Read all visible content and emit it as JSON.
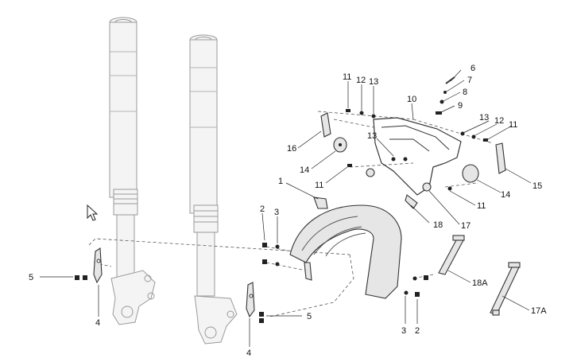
{
  "diagram": {
    "callouts": [
      {
        "id": "c1",
        "text": "1"
      },
      {
        "id": "c2a",
        "text": "2"
      },
      {
        "id": "c2b",
        "text": "2"
      },
      {
        "id": "c3a",
        "text": "3"
      },
      {
        "id": "c3b",
        "text": "3"
      },
      {
        "id": "c4a",
        "text": "4"
      },
      {
        "id": "c4b",
        "text": "4"
      },
      {
        "id": "c5a",
        "text": "5"
      },
      {
        "id": "c5b",
        "text": "5"
      },
      {
        "id": "c6",
        "text": "6"
      },
      {
        "id": "c7",
        "text": "7"
      },
      {
        "id": "c8",
        "text": "8"
      },
      {
        "id": "c9",
        "text": "9"
      },
      {
        "id": "c10",
        "text": "10"
      },
      {
        "id": "c11a",
        "text": "11"
      },
      {
        "id": "c11b",
        "text": "11"
      },
      {
        "id": "c11c",
        "text": "11"
      },
      {
        "id": "c11d",
        "text": "11"
      },
      {
        "id": "c12a",
        "text": "12"
      },
      {
        "id": "c12b",
        "text": "12"
      },
      {
        "id": "c13a",
        "text": "13"
      },
      {
        "id": "c13b",
        "text": "13"
      },
      {
        "id": "c13c",
        "text": "13"
      },
      {
        "id": "c14a",
        "text": "14"
      },
      {
        "id": "c14b",
        "text": "14"
      },
      {
        "id": "c15",
        "text": "15"
      },
      {
        "id": "c16",
        "text": "16"
      },
      {
        "id": "c17",
        "text": "17"
      },
      {
        "id": "c17a",
        "text": "17A"
      },
      {
        "id": "c18",
        "text": "18"
      },
      {
        "id": "c18a",
        "text": "18A"
      }
    ]
  }
}
